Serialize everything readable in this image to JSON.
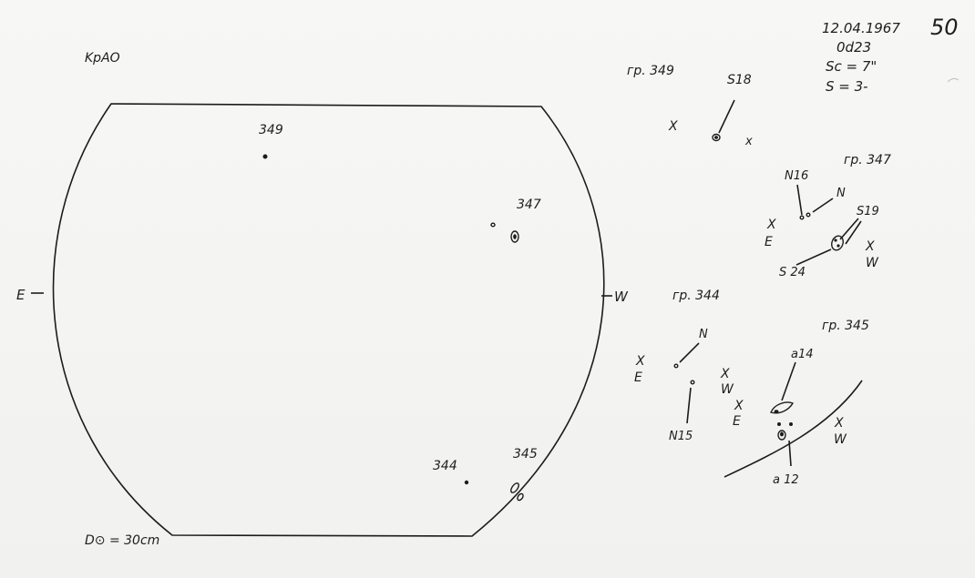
{
  "header": {
    "observatory": "KpAO",
    "date": "12.04.1967",
    "time": "0d23",
    "seeing_line": "Sc = 7\"",
    "s_line": "S = 3-",
    "sheet_number": "50",
    "diameter": "D⊙ = 30cm"
  },
  "disk": {
    "east": "E",
    "west": "W",
    "regions": [
      {
        "id": "349",
        "label": "349"
      },
      {
        "id": "347",
        "label": "347"
      },
      {
        "id": "344",
        "label": "344"
      },
      {
        "id": "345",
        "label": "345"
      }
    ]
  },
  "groups": {
    "g349": {
      "title": "гр. 349",
      "spot": "S18",
      "mark_x1": "X",
      "mark_x2": "x"
    },
    "g347": {
      "title": "гр. 347",
      "north": "N16",
      "n": "N",
      "s19": "S19",
      "s24": "S 24",
      "e_mark": "X",
      "e_label": "E",
      "w_mark": "X",
      "w_label": "W"
    },
    "g344": {
      "title": "гр. 344",
      "n": "N",
      "n15": "N15",
      "e_mark": "X",
      "e_label": "E",
      "w_mark": "X",
      "w_label": "W"
    },
    "g345": {
      "title": "гр. 345",
      "a14": "a14",
      "a12": "a 12",
      "e_mark": "X",
      "e_label": "E",
      "w_mark": "X",
      "w_label": "W"
    }
  }
}
